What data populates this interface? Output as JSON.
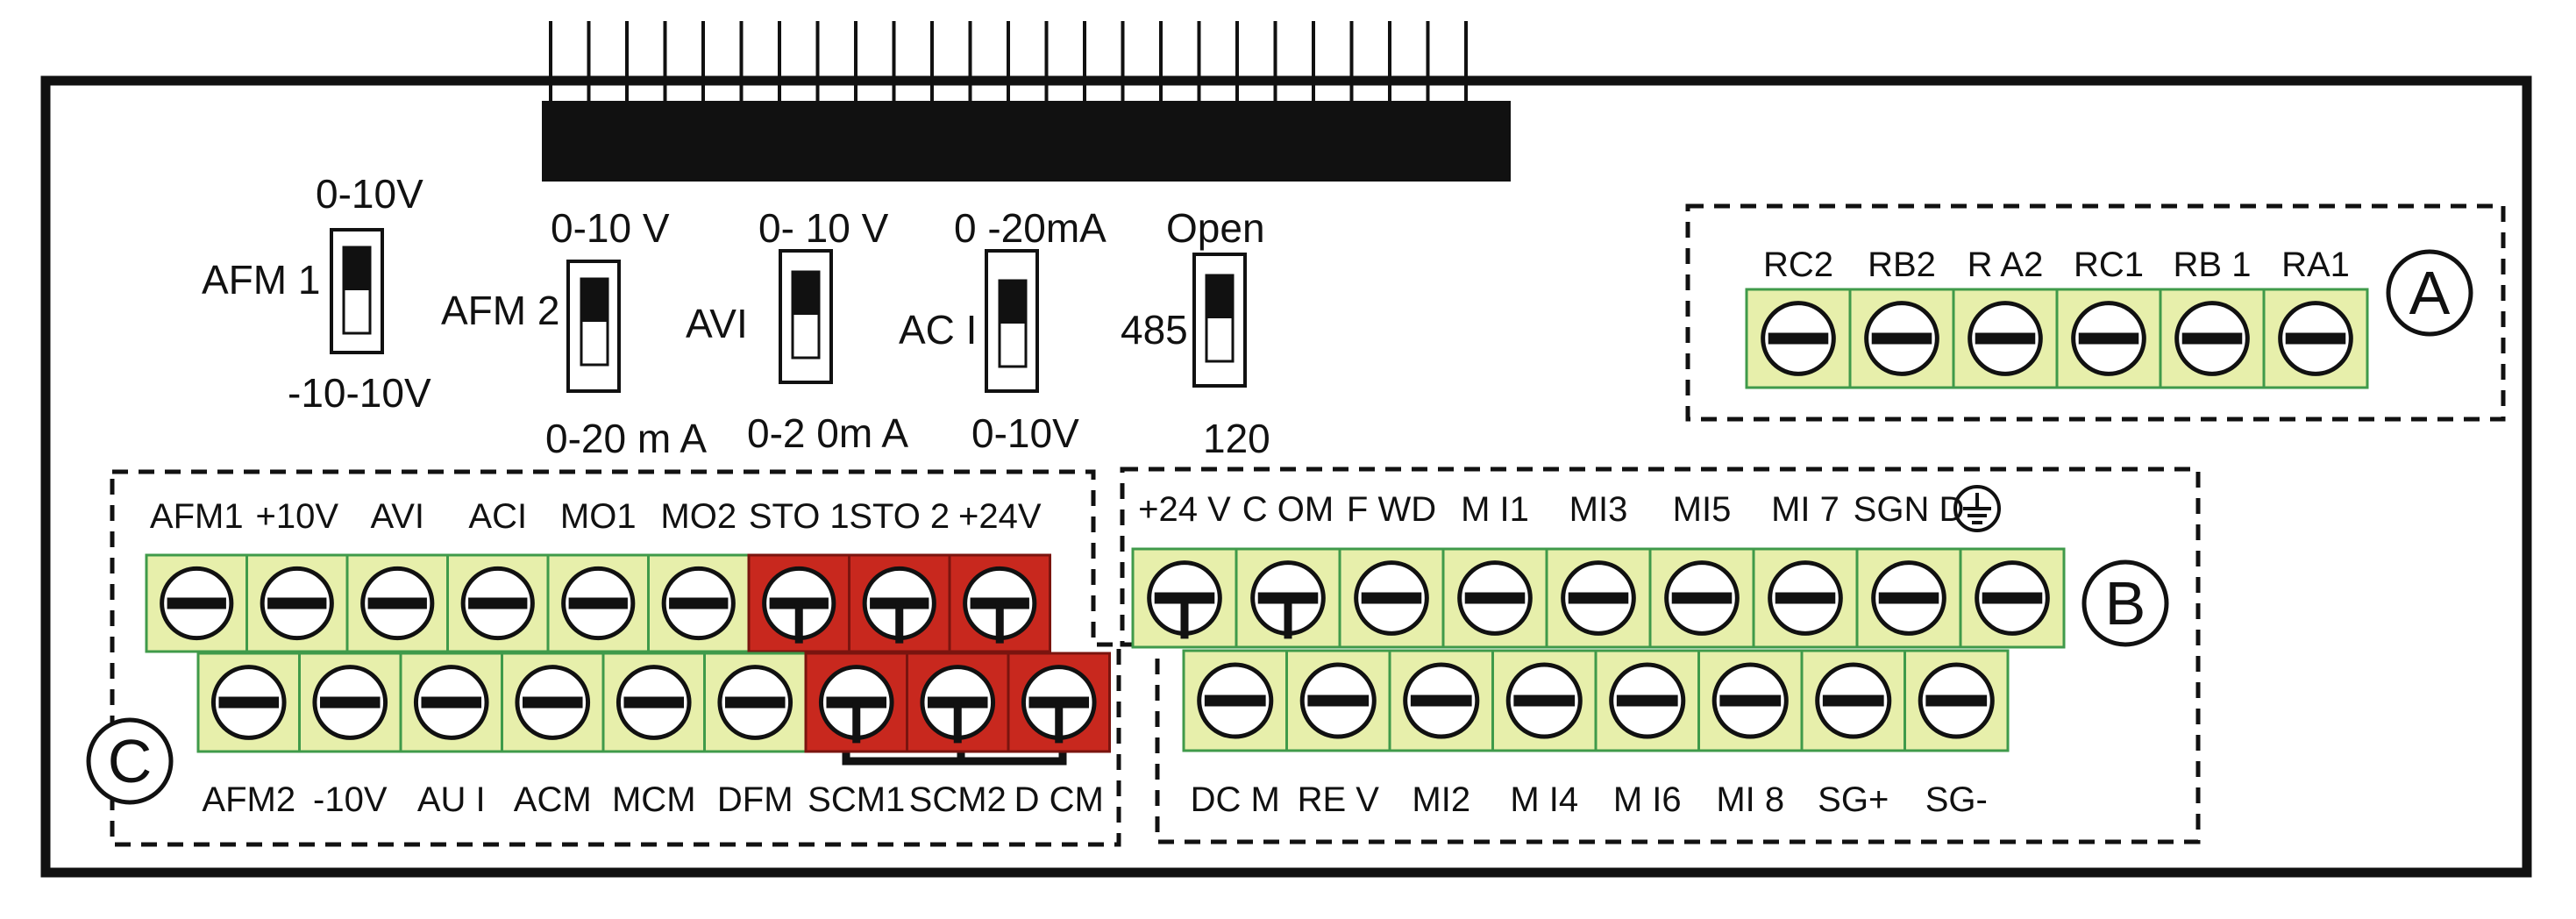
{
  "colors": {
    "terminal": "#e7efab",
    "terminal_border": "#3f9a4a",
    "safety": "#c8281e",
    "ink": "#111111",
    "bg": "#ffffff"
  },
  "switches": [
    {
      "id": "afm1",
      "name": "AFM 1",
      "top": "0-10V",
      "bottom": "-10-10V",
      "state": "up"
    },
    {
      "id": "afm2",
      "name": "AFM 2",
      "top": "0-10 V",
      "bottom": "0-20 m A",
      "state": "up"
    },
    {
      "id": "avi",
      "name": "AVI",
      "top": "0- 10 V",
      "bottom": "0-2 0m A",
      "state": "up"
    },
    {
      "id": "aci",
      "name": "AC I",
      "top": "0 -20mA",
      "bottom": "0-10V",
      "state": "up"
    },
    {
      "id": "rs485",
      "name": "485",
      "top": "Open",
      "bottom": "120",
      "state": "up"
    }
  ],
  "terminal_groups": {
    "A": {
      "marker": "A",
      "row": [
        "RC2",
        "RB2",
        "R A2",
        "RC1",
        "RB 1",
        "RA1"
      ]
    },
    "B": {
      "marker": "B",
      "upper": [
        "+24 V",
        "C OM",
        "F WD",
        "M I1",
        "MI3",
        "MI5",
        "MI 7",
        "SGN D",
        "ground-icon"
      ],
      "lower": [
        "DC M",
        "RE V",
        "MI2",
        "M I4",
        "M I6",
        "MI 8",
        "SG+",
        "SG-"
      ],
      "jumper": "+24V–COM"
    },
    "C": {
      "marker": "C",
      "upper": [
        "AFM1",
        "+10V",
        "AVI",
        "ACI",
        "MO1",
        "MO2",
        "STO 1",
        "STO 2",
        "+24V"
      ],
      "lower": [
        "AFM2",
        "-10V",
        "AU I",
        "ACM",
        "MCM",
        "DFM",
        "SCM1",
        "SCM2",
        "D CM"
      ],
      "safety_upper": [
        "STO 1",
        "STO 2",
        "+24V"
      ],
      "safety_lower": [
        "SCM1",
        "SCM2",
        "D CM"
      ]
    }
  }
}
